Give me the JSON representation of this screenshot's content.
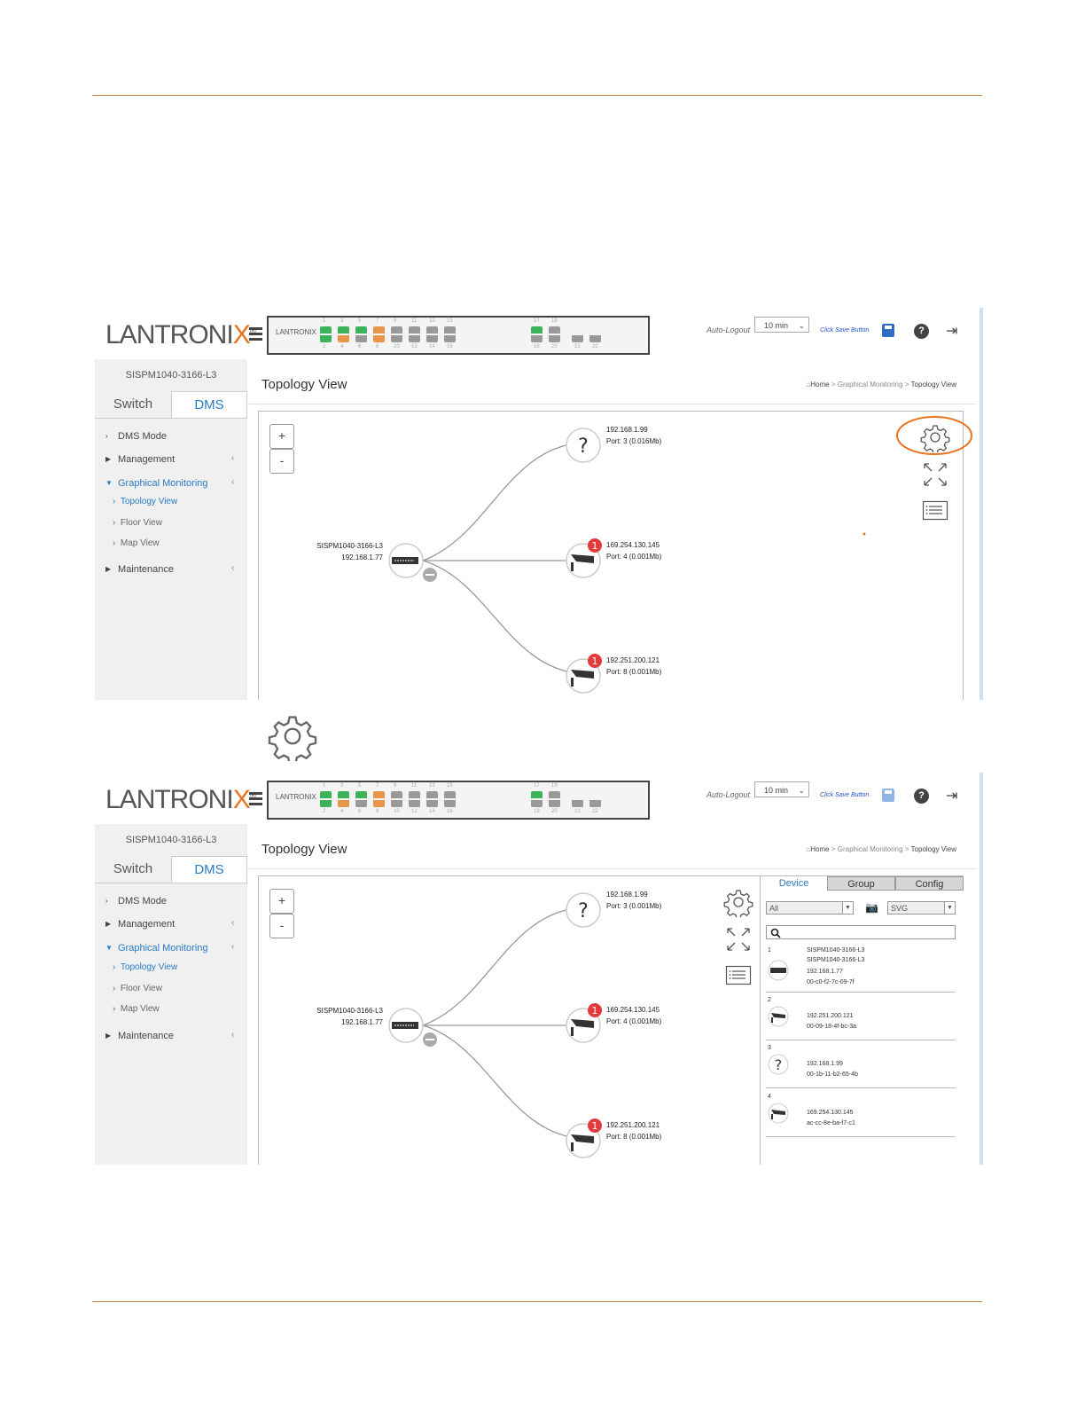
{
  "app": {
    "brand_main": "LANTRONI",
    "brand_x": "X",
    "brand_reg": "®",
    "panel_logo": "LANTRONIX",
    "auto_logout_label": "Auto-Logout",
    "auto_logout_value": "10 min",
    "click_save": "Click Save Button",
    "device_name": "SISPM1040-3166-L3"
  },
  "tabs": {
    "switch": "Switch",
    "dms": "DMS"
  },
  "menu": {
    "dms_mode": "DMS Mode",
    "management": "Management",
    "graphical_monitoring": "Graphical Monitoring",
    "topology_view": "Topology View",
    "floor_view": "Floor View",
    "map_view": "Map View",
    "maintenance": "Maintenance"
  },
  "page": {
    "title": "Topology View",
    "crumb_home": "Home",
    "crumb_mid": "Graphical Monitoring",
    "crumb_last": "Topology View",
    "sep": ">"
  },
  "zoom": {
    "in": "+",
    "out": "-"
  },
  "ports": {
    "top": [
      "1",
      "3",
      "5",
      "7",
      "9",
      "11",
      "13",
      "15",
      "17",
      "19"
    ],
    "bottom": [
      "2",
      "4",
      "6",
      "8",
      "10",
      "12",
      "14",
      "16",
      "18",
      "20",
      "21",
      "22"
    ]
  },
  "shot1": {
    "root_name": "SISPM1040-3166-L3",
    "root_ip": "192.168.1.77",
    "n1_ip": "192.168.1.99",
    "n1_port": "Port: 3 (0.016Mb)",
    "n2_ip": "169.254.130.145",
    "n2_port": "Port: 4 (0.001Mb)",
    "n3_ip": "192.251.200.121",
    "n3_port": "Port: 8 (0.001Mb)"
  },
  "shot2": {
    "root_name": "SISPM1040-3166-L3",
    "root_ip": "192.168.1.77",
    "n1_ip": "192.168.1.99",
    "n1_port": "Port: 3 (0.001Mb)",
    "n2_ip": "169.254.130.145",
    "n2_port": "Port: 4 (0.001Mb)",
    "n3_ip": "192.251.200.121",
    "n3_port": "Port: 8 (0.001Mb)"
  },
  "badge": "1",
  "unknown_glyph": "?",
  "pane": {
    "tab_device": "Device",
    "tab_group": "Group",
    "tab_config": "Config",
    "filter_value": "All",
    "format_value": "SVG",
    "devices": [
      {
        "num": "1",
        "line1": "SISPM1040-3166-L3",
        "line2": "SISPM1040-3166-L3",
        "ip": "192.168.1.77",
        "mac": "00-c0-f2-7c-09-7f"
      },
      {
        "num": "2",
        "ip": "192.251.200.121",
        "mac": "00-09-18-4f-bc-3a"
      },
      {
        "num": "3",
        "ip": "192.168.1.99",
        "mac": "00-1b-11-b2-65-4b"
      },
      {
        "num": "4",
        "ip": "169.254.130.145",
        "mac": "ac-cc-8e-ba-f7-c1"
      }
    ]
  },
  "colors": {
    "accent": "#2a7bc4",
    "rule": "#c8864e",
    "highlight": "#e8731c",
    "alert": "#e33b3b"
  }
}
